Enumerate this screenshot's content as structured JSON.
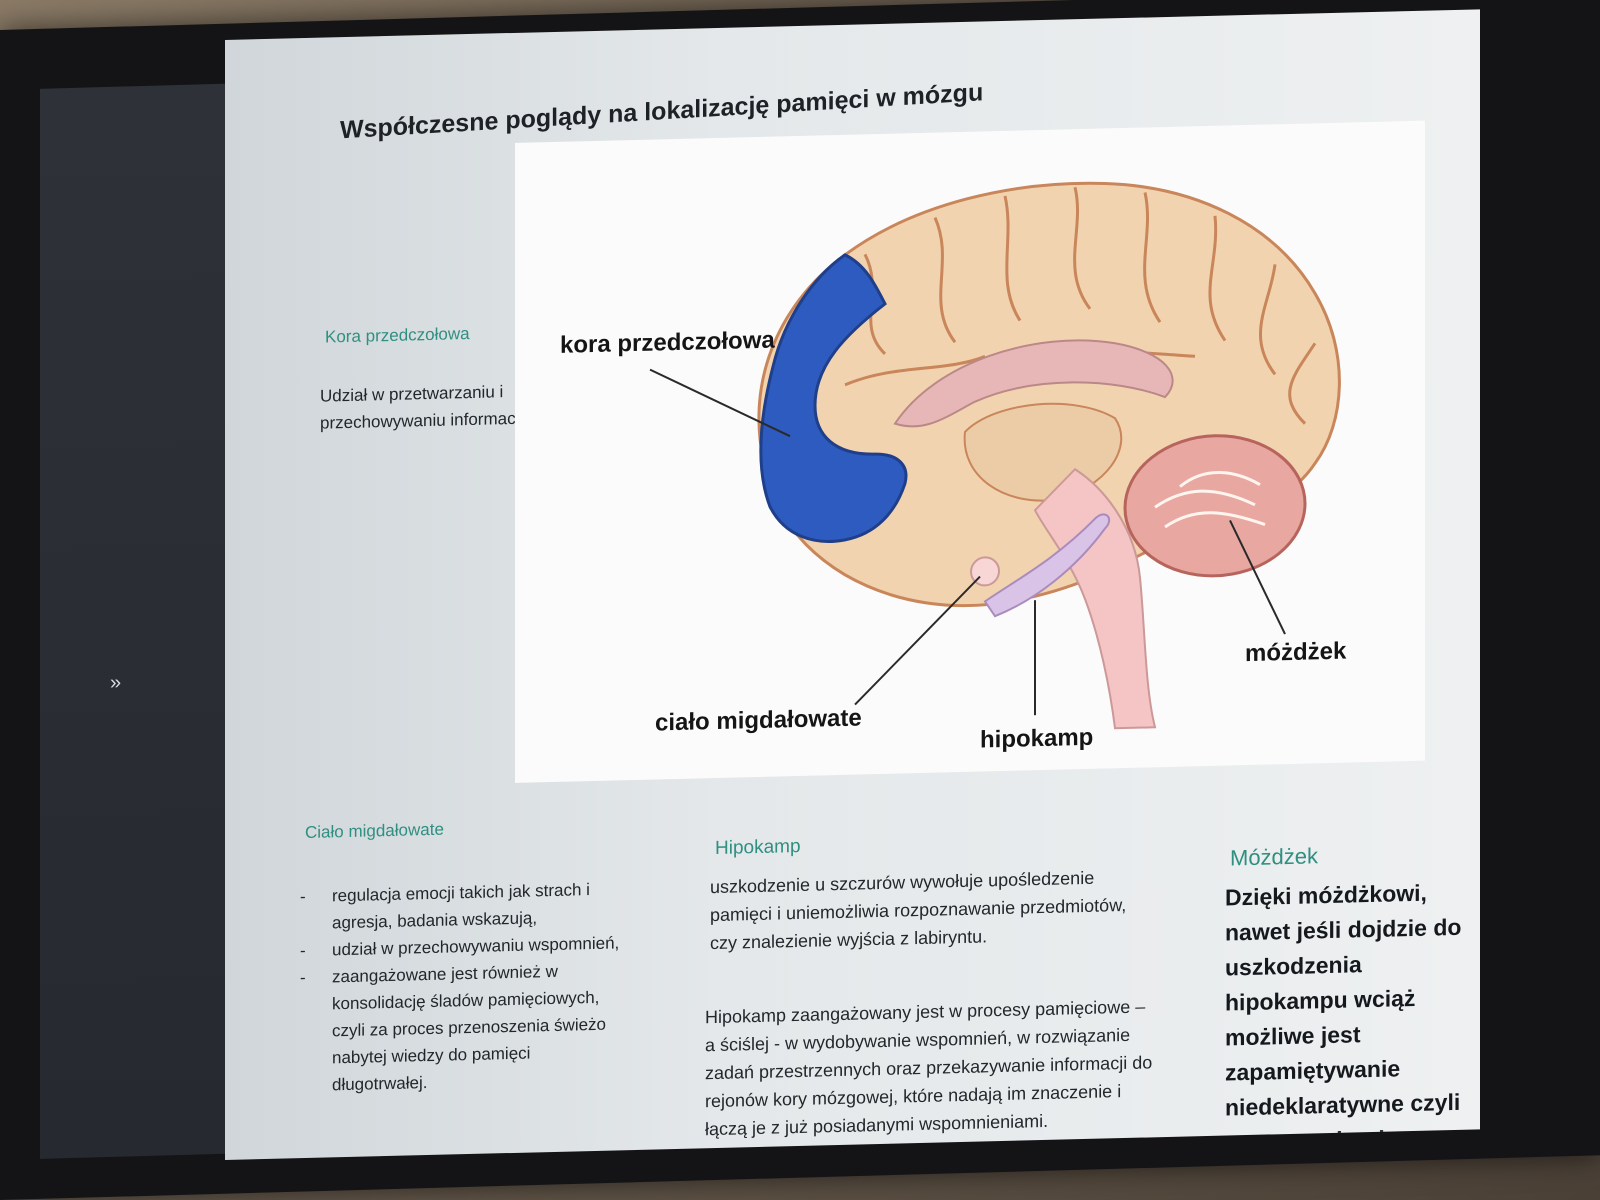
{
  "slide": {
    "title": "Współczesne poglądy na lokalizację pamięci w mózgu",
    "sections": {
      "kora": {
        "heading": "Kora przedczołowa",
        "text_line1": "Udział w przetwarzaniu i",
        "text_line2": "przechowywaniu informacji."
      },
      "cialo": {
        "heading": "Ciało migdałowate",
        "bullets": [
          "regulacja emocji takich jak strach i agresja, badania wskazują,",
          "udział w przechowywaniu wspomnień,",
          "zaangażowane jest również w konsolidację śladów pamięciowych, czyli za proces przenoszenia świeżo nabytej wiedzy do pamięci długotrwałej."
        ]
      },
      "hipokamp": {
        "heading": "Hipokamp",
        "para1": "uszkodzenie u szczurów wywołuje upośledzenie pamięci i uniemożliwia rozpoznawanie przedmiotów, czy znalezienie wyjścia z labiryntu.",
        "para2": "Hipokamp zaangażowany jest w procesy pamięciowe – a ściślej - w wydobywanie wspomnień, w rozwiązanie zadań przestrzennych oraz przekazywanie informacji do rejonów kory mózgowej, które nadają im  znaczenie i łączą je z już posiadanymi wspomnieniami."
      },
      "mozdzek": {
        "heading": "Móżdżek",
        "text": "Dzięki móżdżkowi, nawet jeśli dojdzie do uszkodzenia hipokampu wciąż możliwe jest zapamiętywanie niedeklaratywne czyli np. proceduralne."
      }
    },
    "figure": {
      "labels": {
        "kora": "kora przedczołowa",
        "cialo": "ciało migdałowate",
        "hipokamp": "hipokamp",
        "mozdzek": "móżdżek"
      },
      "colors": {
        "prefrontal": "#2e5bbf",
        "cortex": "#f2d3b0",
        "cortex_line": "#c9865a",
        "inner": "#f5c4c4",
        "cerebellum": "#e8a7a0"
      }
    },
    "screen": {
      "side_arrow": "»"
    }
  }
}
